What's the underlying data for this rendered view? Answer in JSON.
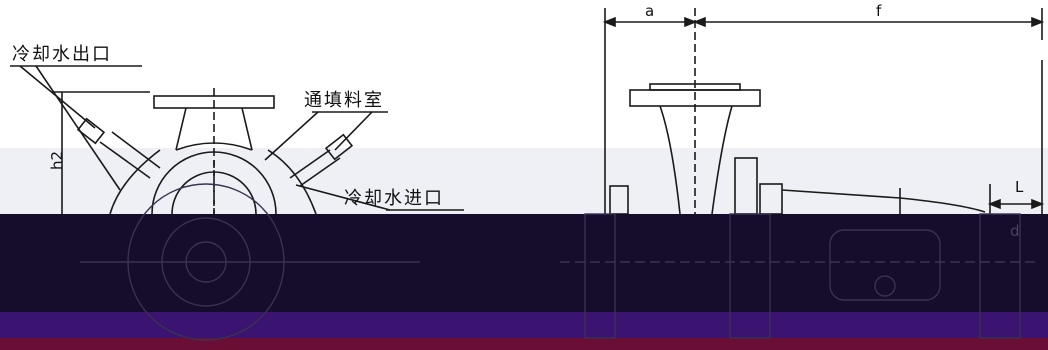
{
  "labels": {
    "cooling_water_outlet": "冷却水出口",
    "packing_chamber": "通填料室",
    "cooling_water_inlet": "冷却水进口"
  },
  "dimensions": {
    "a": "a",
    "f": "f",
    "h2": "h2",
    "L": "L",
    "d": "d"
  },
  "colors": {
    "line": "#1a1a1a",
    "paper": "#ffffff",
    "haze": "#eef0f5",
    "band_dark": "#160c2c",
    "band_purple": "#3a1470",
    "band_red": "#6b0e35"
  }
}
